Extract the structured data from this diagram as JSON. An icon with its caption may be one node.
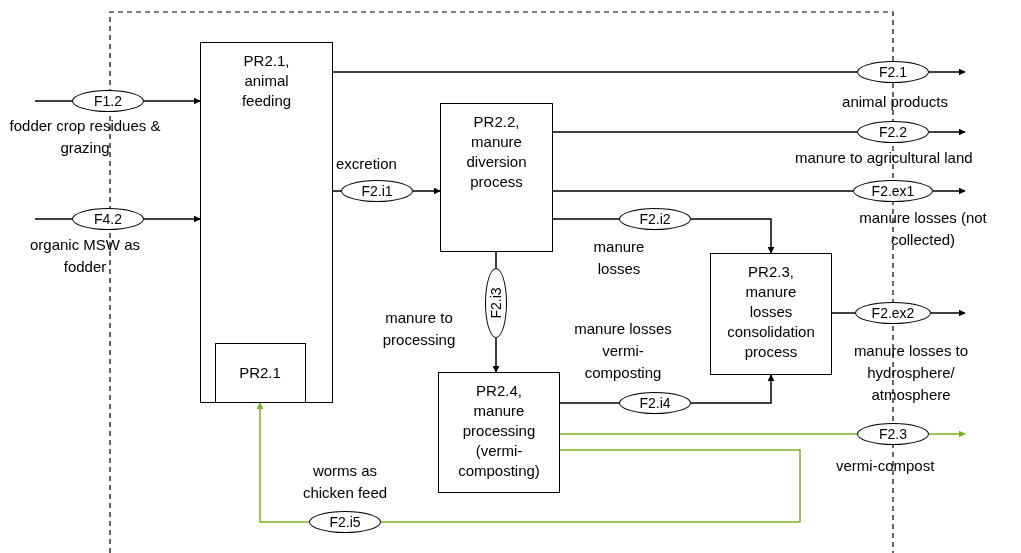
{
  "diagram": {
    "nodes": [
      {
        "text": [
          "PR2.1, animal feeding"
        ]
      },
      {
        "text": [
          "PR2.1"
        ],
        "in": 0
      },
      {
        "text": [
          "PR2.2, manure diversion process"
        ]
      },
      {
        "text": [
          "PR2.3, manure losses consolidation process"
        ]
      },
      {
        "text": [
          "PR2.4, manure processing (vermi-composting)"
        ]
      },
      {
        "text": [
          "F1.2"
        ],
        "beside": [
          "fodder crop residues & grazing"
        ]
      },
      {
        "text": [
          "F4.2"
        ],
        "beside": [
          "organic MSW as fodder"
        ]
      },
      {
        "text": [
          "F2.1"
        ],
        "beside": [
          "animal products"
        ]
      },
      {
        "text": [
          "F2.i1"
        ],
        "beside": [
          "excretion"
        ]
      },
      {
        "text": [
          "F2.2"
        ],
        "beside": [
          "manure to agricultural land"
        ]
      },
      {
        "text": [
          "F2.ex1"
        ],
        "beside": [
          "manure losses (not collected)"
        ]
      },
      {
        "text": [
          "F2.i2"
        ],
        "beside": [
          "manure losses"
        ]
      },
      {
        "text": [
          "F2.i3"
        ],
        "beside": [
          "manure to processing"
        ]
      },
      {
        "text": [
          "F2.ex2"
        ],
        "beside": [
          "manure losses to hydrosphere/ atmosphere"
        ]
      },
      {
        "text": [
          "F2.i4"
        ],
        "beside": [
          "manure losses vermi-composting"
        ]
      },
      {
        "text": [
          "F2.3"
        ],
        "beside": [
          "vermi-compost"
        ]
      },
      {
        "text": [
          "F2.i5"
        ],
        "beside": [
          "worms as chicken feed"
        ]
      }
    ],
    "edges": [
      {
        "from": null,
        "to": 5,
        "arrow": "none"
      },
      {
        "from": 5,
        "to": 0,
        "arrow": "to"
      },
      {
        "from": null,
        "to": 6,
        "arrow": "none"
      },
      {
        "from": 6,
        "to": 0,
        "arrow": "to"
      },
      {
        "from": 0,
        "to": 7,
        "arrow": "none"
      },
      {
        "from": 7,
        "to": null,
        "arrow": "to"
      },
      {
        "from": 0,
        "to": 8,
        "arrow": "none"
      },
      {
        "from": 8,
        "to": 2,
        "arrow": "to"
      },
      {
        "from": 2,
        "to": 9,
        "arrow": "none"
      },
      {
        "from": 9,
        "to": null,
        "arrow": "to"
      },
      {
        "from": 2,
        "to": 10,
        "arrow": "none"
      },
      {
        "from": 10,
        "to": null,
        "arrow": "to"
      },
      {
        "from": 2,
        "to": 11,
        "arrow": "none"
      },
      {
        "from": 11,
        "to": 3,
        "arrow": "to"
      },
      {
        "from": 2,
        "to": 12,
        "arrow": "none"
      },
      {
        "from": 12,
        "to": 4,
        "arrow": "to"
      },
      {
        "from": 3,
        "to": 13,
        "arrow": "none"
      },
      {
        "from": 13,
        "to": null,
        "arrow": "to"
      },
      {
        "from": 4,
        "to": 14,
        "arrow": "none"
      },
      {
        "from": 14,
        "to": 3,
        "arrow": "to"
      },
      {
        "from": 4,
        "to": 15,
        "arrow": "none",
        "color": "#7ab317"
      },
      {
        "from": 15,
        "to": null,
        "arrow": "to",
        "color": "#7ab317"
      },
      {
        "from": 4,
        "to": 16,
        "arrow": "none",
        "color": "#7ab317"
      },
      {
        "from": 16,
        "to": 1,
        "arrow": "to",
        "color": "#7ab317"
      }
    ]
  }
}
